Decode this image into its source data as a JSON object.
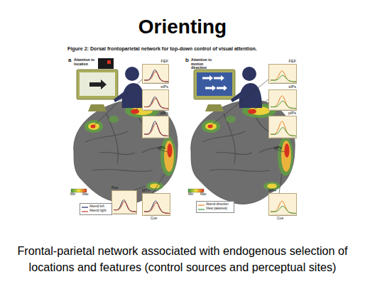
{
  "diagram": {
    "title": "Orienting",
    "caption": "Frontal-parietal network associated with endogenous selection of locations and features (control sources and perceptual sites)",
    "nodes": [
      {
        "text": [
          "FEF"
        ]
      },
      {
        "text": [
          "sIPs"
        ]
      },
      {
        "text": [
          "pIPs"
        ]
      },
      {
        "text": [
          "Fus"
        ]
      },
      {
        "text": [
          "MT+"
        ]
      },
      {
        "text": [
          "FEF"
        ]
      },
      {
        "text": [
          "sIPs"
        ]
      },
      {
        "text": [
          "pIPs"
        ]
      },
      {
        "text": [
          "MT+"
        ]
      }
    ],
    "labels": [
      "Figure 2: Dorsal frontoparietal network for top-down control of visual attention.",
      "a",
      "Attention to location",
      "vIPs",
      "Min",
      "Max",
      "Cue",
      "b",
      "Attention to motion direction",
      "vIPs",
      "Min",
      "Max",
      "Cue"
    ],
    "legend": [
      {
        "text": "Attend left"
      },
      {
        "text": "Attend right"
      },
      {
        "text": "Attend direction"
      },
      {
        "text": "View passively"
      }
    ]
  }
}
